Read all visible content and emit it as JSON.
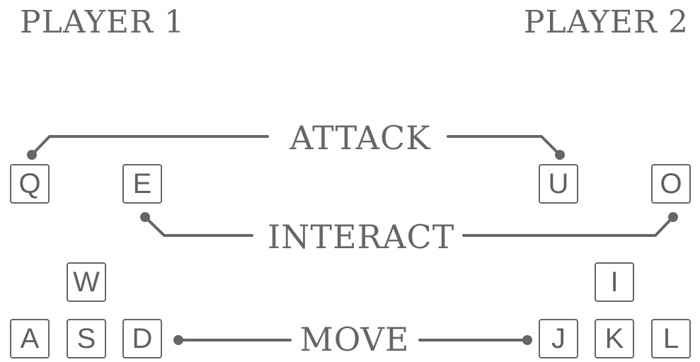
{
  "players": {
    "p1": {
      "title": "PLAYER 1"
    },
    "p2": {
      "title": "PLAYER 2"
    }
  },
  "actions": {
    "attack": "ATTACK",
    "interact": "INTERACT",
    "move": "MOVE"
  },
  "keys": {
    "p1": {
      "attack": "Q",
      "interact": "E",
      "up": "W",
      "left": "A",
      "down": "S",
      "right": "D"
    },
    "p2": {
      "attack": "U",
      "interact": "O",
      "up": "I",
      "left": "J",
      "down": "K",
      "right": "L"
    }
  },
  "colors": {
    "line": "#666666",
    "text": "#5f5f5f",
    "background": "#ffffff"
  }
}
